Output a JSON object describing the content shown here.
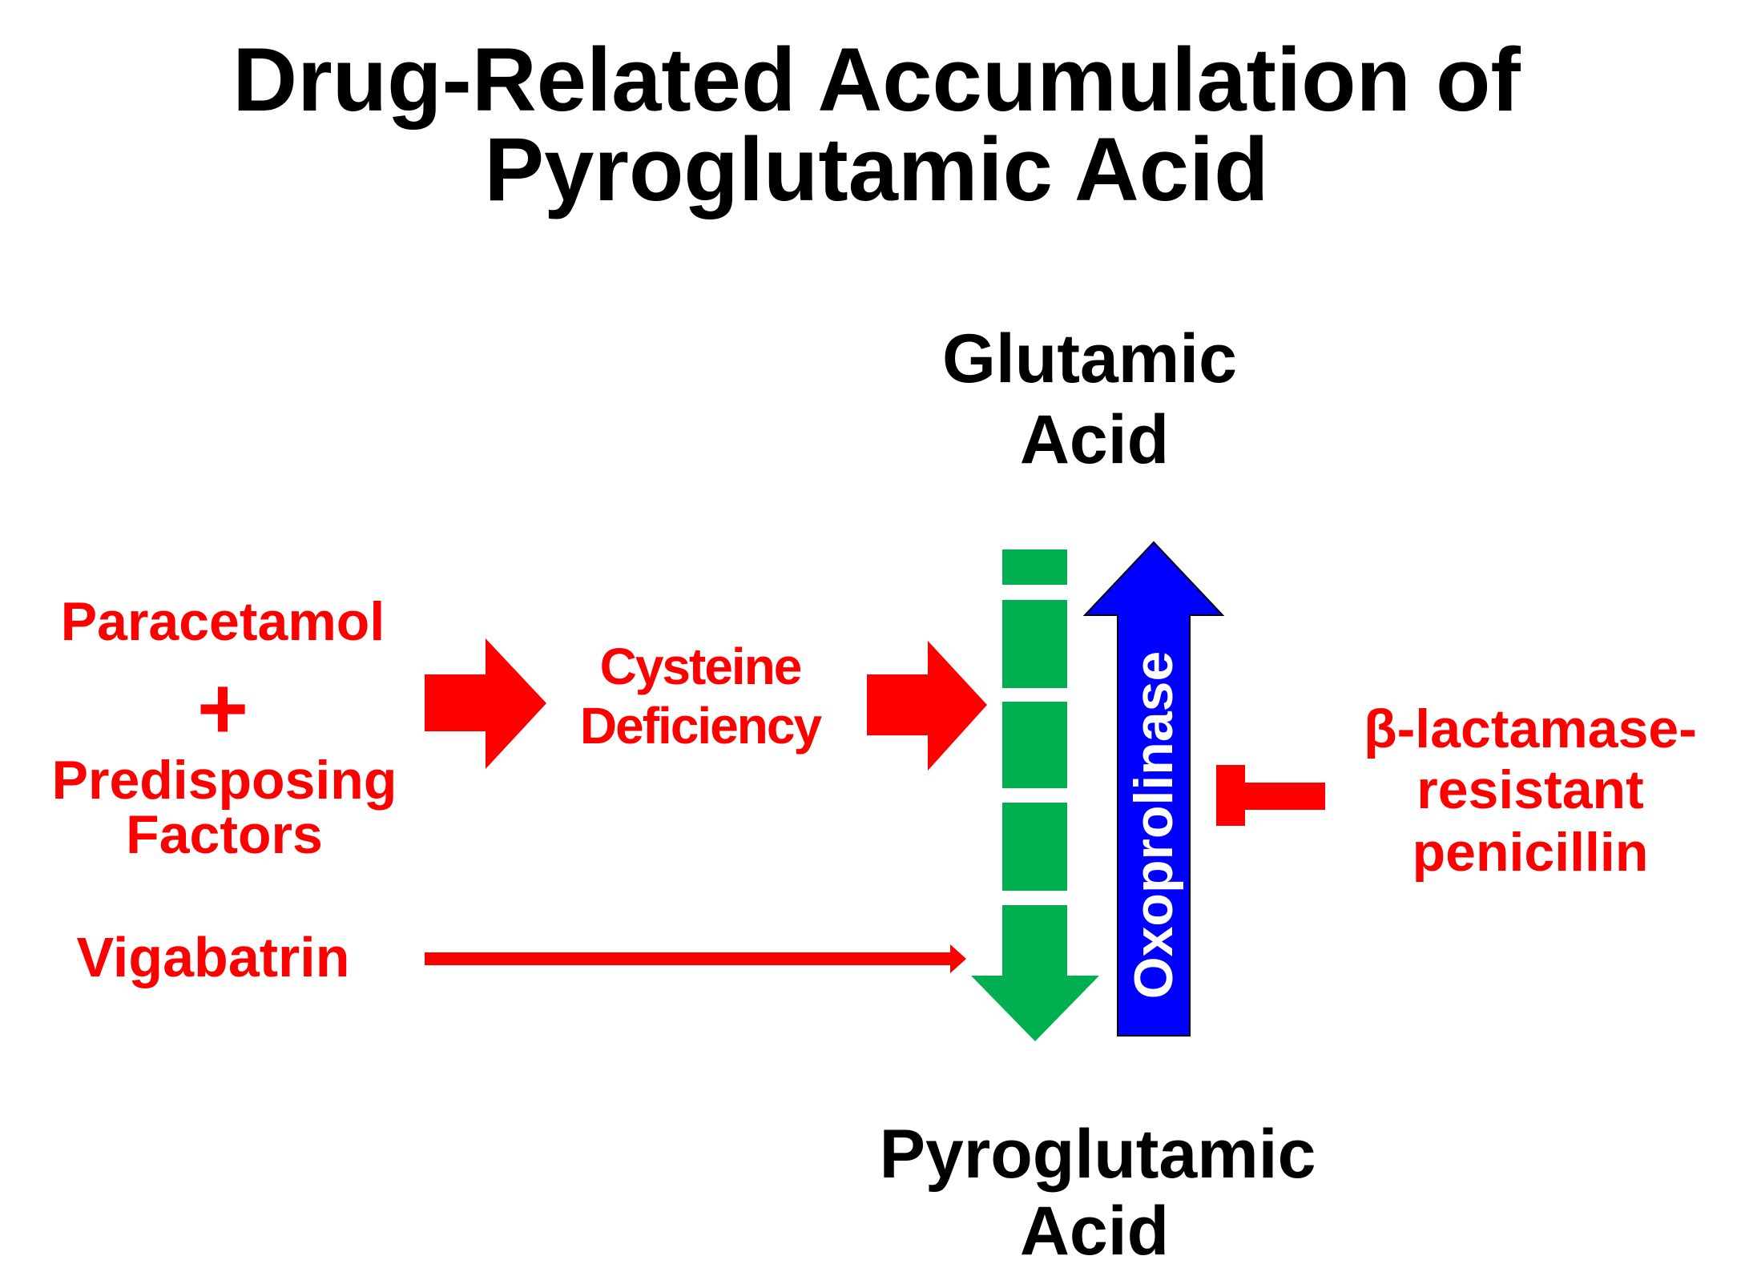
{
  "title": {
    "line1": "Drug-Related Accumulation of",
    "line2": "Pyroglutamic Acid"
  },
  "top_node": {
    "line1": "Glutamic",
    "line2": "Acid"
  },
  "bottom_node": {
    "line1": "Pyroglutamic",
    "line2": "Acid"
  },
  "left": {
    "paracetamol": "Paracetamol",
    "plus": "+",
    "predisposing_line1": "Predisposing",
    "predisposing_line2": "Factors",
    "vigabatrin": "Vigabatrin"
  },
  "middle": {
    "line1": "Cysteine",
    "line2": "Deficiency"
  },
  "enzyme": {
    "label": "Oxoprolinase"
  },
  "inhibitor": {
    "line1": "β-lactamase-",
    "line2": "resistant",
    "line3": "penicillin"
  },
  "colors": {
    "red": "#ff0000",
    "green": "#00b050",
    "blue": "#0000ff",
    "black": "#000000"
  }
}
